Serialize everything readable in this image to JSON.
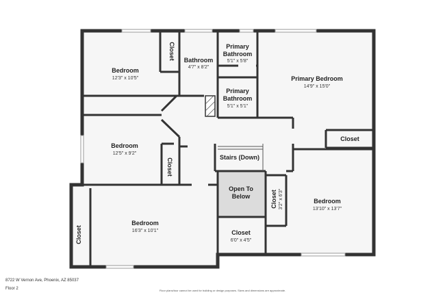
{
  "rooms": {
    "bedroom_nw": {
      "name": "Bedroom",
      "dims": "12'3\" x 10'5\""
    },
    "closet_nw": {
      "name": "Closet"
    },
    "bathroom": {
      "name": "Bathroom",
      "dims": "4'7\" x 8'2\""
    },
    "primary_bath_1": {
      "name_line1": "Primary",
      "name_line2": "Bathroom",
      "dims": "5'1\" x 5'8\""
    },
    "primary_bath_2": {
      "name_line1": "Primary",
      "name_line2": "Bathroom",
      "dims": "5'1\" x 5'1\""
    },
    "primary_bedroom": {
      "name": "Primary Bedroom",
      "dims": "14'9\" x 15'0\""
    },
    "closet_primary": {
      "name": "Closet"
    },
    "bedroom_w": {
      "name": "Bedroom",
      "dims": "12'5\" x 9'2\""
    },
    "closet_w": {
      "name": "Closet"
    },
    "stairs": {
      "name": "Stairs (Down)"
    },
    "open_to_below": {
      "name_line1": "Open To",
      "name_line2": "Below"
    },
    "closet_center": {
      "name": "Closet",
      "dims": "3'2\" x 6'3\""
    },
    "bedroom_e": {
      "name": "Bedroom",
      "dims": "13'10\" x 13'7\""
    },
    "bedroom_sw": {
      "name": "Bedroom",
      "dims": "16'3\" x 10'1\""
    },
    "closet_sw": {
      "name": "Closet"
    },
    "closet_s": {
      "name": "Closet",
      "dims": "6'0\" x 4'5\""
    }
  },
  "footer": {
    "address": "8722 W Vernon Ave, Phoenix, AZ 85037",
    "floor": "Floor 2",
    "disclaimer": "Floor plans/tour cannot be used for building or design purposes. Sizes and dimensions are approximate."
  }
}
